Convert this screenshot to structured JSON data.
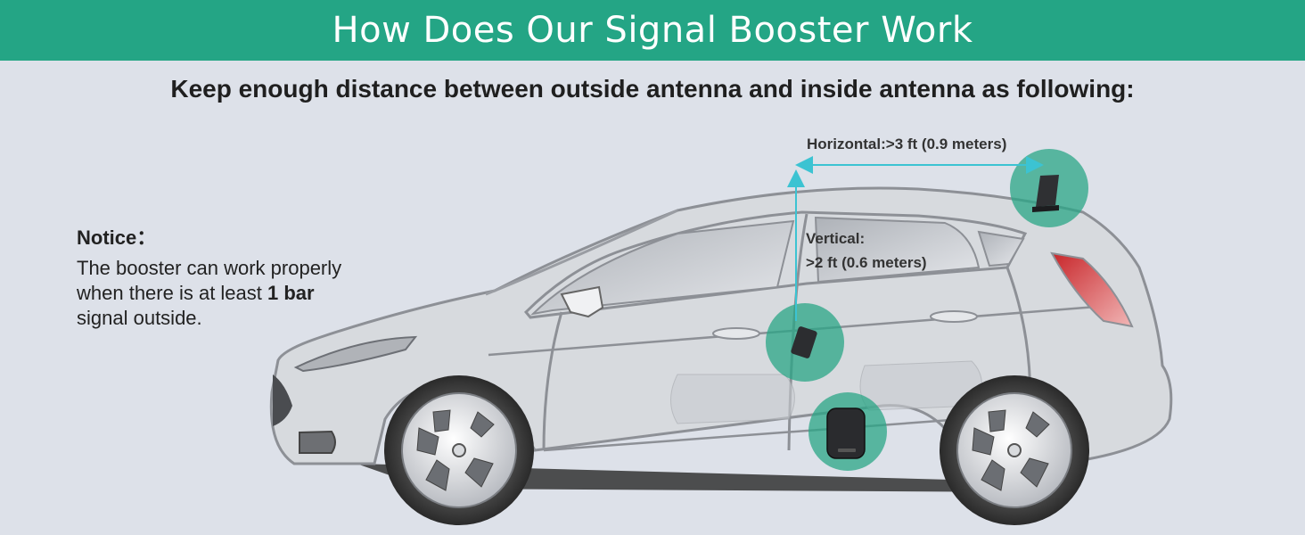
{
  "header": {
    "title": "How Does Our Signal Booster Work"
  },
  "subtitle": "Keep enough distance between outside antenna and inside antenna as following:",
  "notice": {
    "title": "Notice",
    "colon": "：",
    "line1": "The booster can work properly",
    "line2_prefix": "when there is at least ",
    "line2_bold": "1 bar",
    "line3": "signal outside."
  },
  "distances": {
    "horizontal": "Horizontal:>3 ft (0.9 meters)",
    "vertical_line1": "Vertical:",
    "vertical_line2": ">2 ft (0.6 meters)"
  },
  "colors": {
    "header_bg": "#24a585",
    "background": "#dde1e9",
    "arrow": "#3cc3d2",
    "highlight_circle": "#2aa585",
    "tail_light": "#d9302f"
  },
  "icons": [
    "outside-antenna-icon",
    "inside-antenna-icon",
    "booster-unit-icon"
  ]
}
